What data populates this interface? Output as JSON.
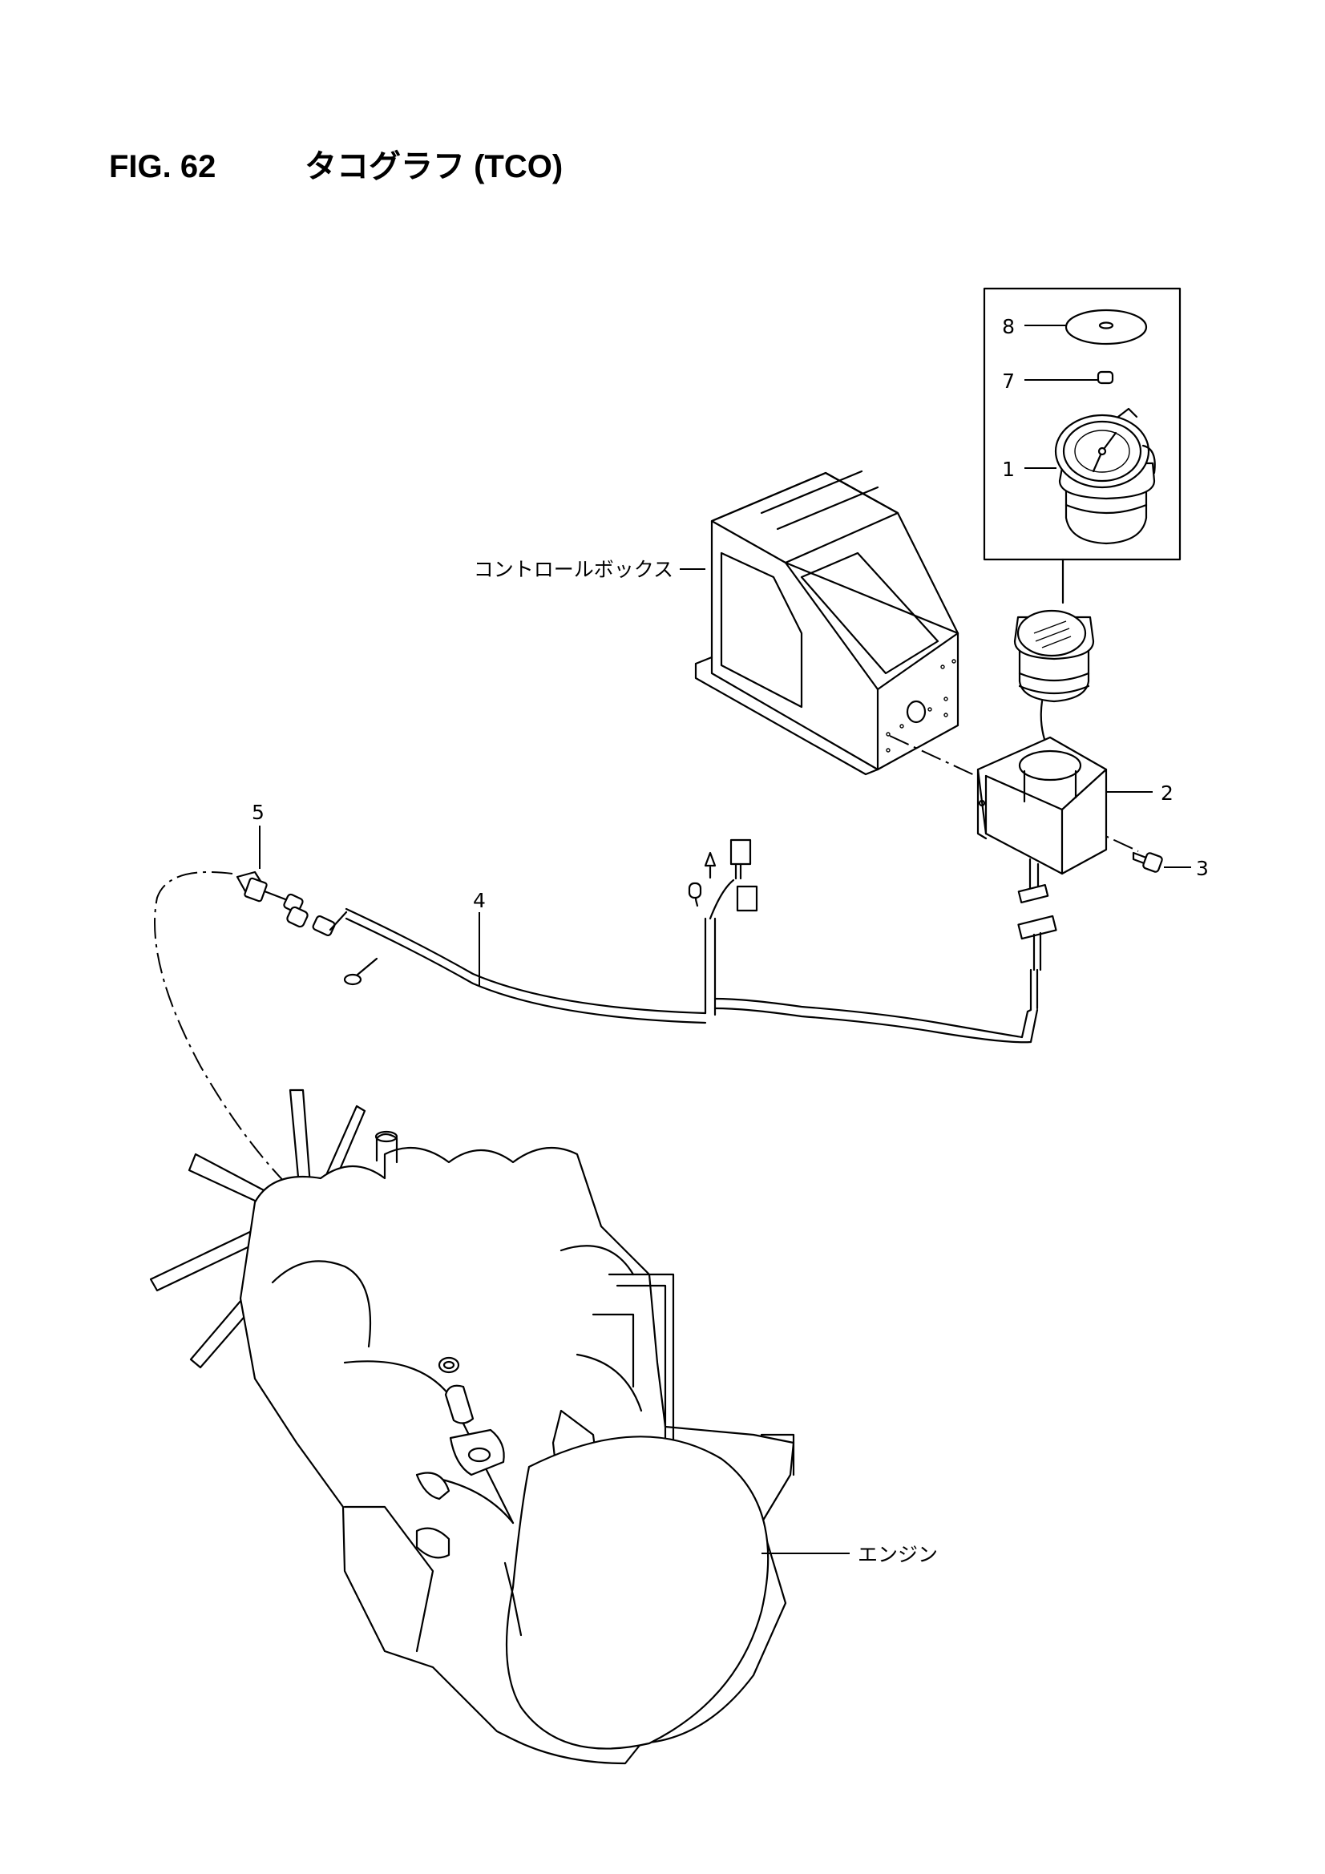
{
  "figure": {
    "number": "FIG. 62",
    "title": "タコグラフ (TCO)"
  },
  "callouts": {
    "p1": "1",
    "p2": "2",
    "p3": "3",
    "p4": "4",
    "p5": "5",
    "p7": "7",
    "p8": "8"
  },
  "labels": {
    "control_box": "コントロールボックス",
    "engine": "エンジン"
  }
}
